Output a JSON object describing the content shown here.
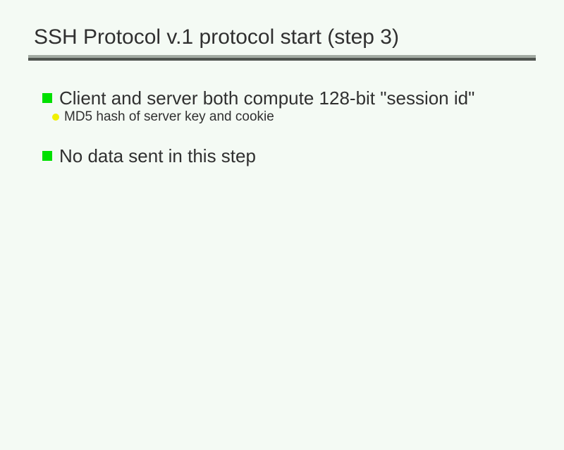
{
  "slide": {
    "title": "SSH Protocol v.1 protocol start (step 3)",
    "bullets": [
      {
        "level": 1,
        "marker": "green-square",
        "text": "Client and server both compute 128-bit \"session id\""
      },
      {
        "level": 2,
        "marker": "yellow-dot",
        "text": "MD5 hash of server key and cookie"
      },
      {
        "level": 1,
        "marker": "green-square",
        "text": "No data sent in this step"
      }
    ]
  },
  "colors": {
    "background": "#F4FAF4",
    "text": "#303030",
    "bullet-green": "#00E000",
    "bullet-yellow": "#F0F000",
    "rule-light": "#A3ABA3",
    "rule-dark": "#4F544F"
  }
}
